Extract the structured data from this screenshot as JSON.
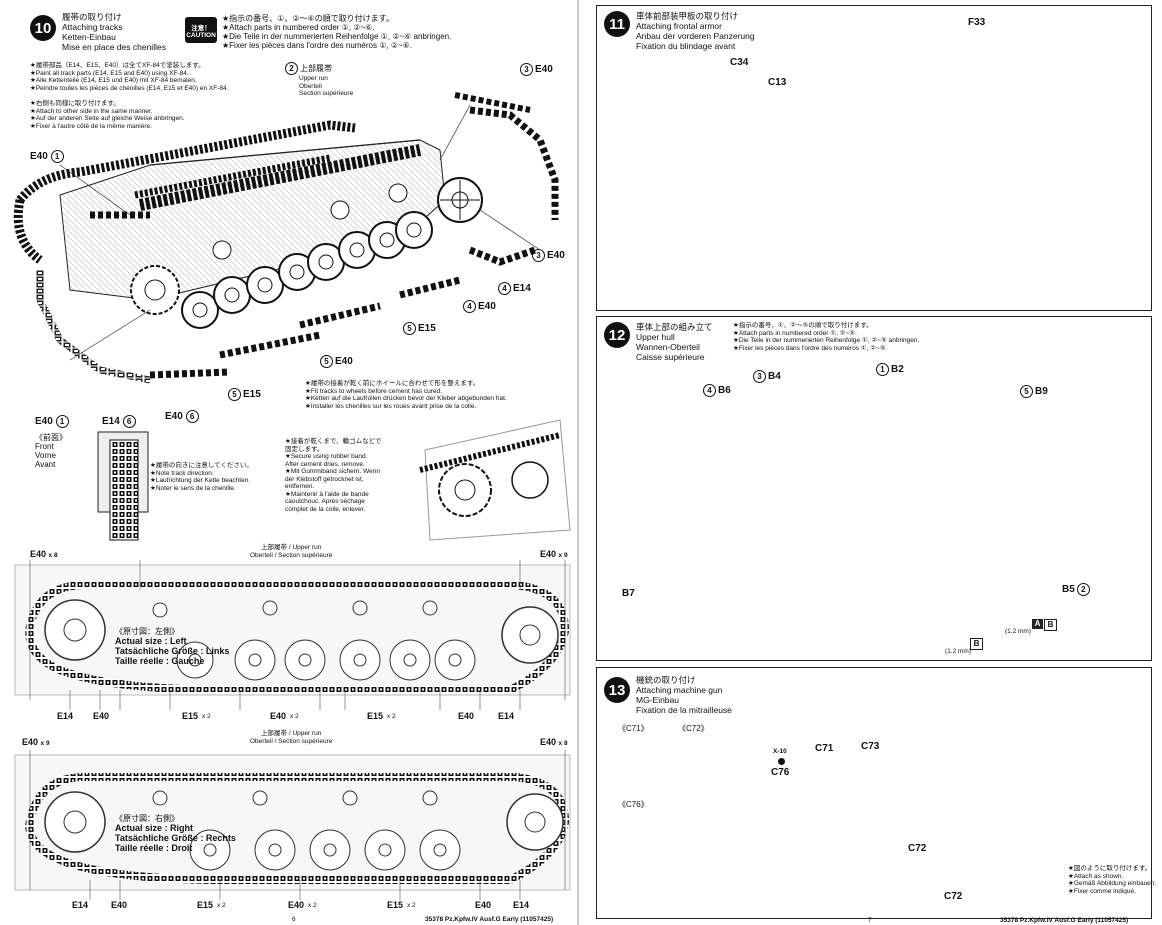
{
  "step10": {
    "number": "10",
    "titles": [
      "履帯の取り付け",
      "Attaching tracks",
      "Ketten-Einbau",
      "Mise en place des chenilles"
    ],
    "caution_badge": "注意！ CAUTION",
    "caution": [
      "★指示の番号、①、②〜⑥の順で取り付けます。",
      "★Attach parts in numbered order ①, ②~⑥.",
      "★Die Teile in der nummerierten Reihenfolge ①, ②~⑥ anbringen.",
      "★Fixer les pièces dans l'ordre des numéros ①, ②~⑥."
    ],
    "paint_note": [
      "★履帯部品（E14、E15、E40）は全てXF-84で塗装します。",
      "★Paint all track parts (E14, E15 and E40) using XF-84.",
      "★Alle Kettenteile (E14, E15 und E40) mit XF-84 bemalen.",
      "★Peindre toutes les pièces de chenilles (E14, E15 et E40) en XF-84."
    ],
    "other_side_note": [
      "★右側も同様に取り付けます。",
      "★Attach to other side in the same manner.",
      "★Auf der anderen Seite auf gleiche Weise anbringen.",
      "★Fixer à l'autre côté de la même manière."
    ],
    "upper_run": [
      "上部履帯",
      "Upper run",
      "Oberteil",
      "Section supérieure"
    ],
    "labels": {
      "e40_1_top": "E40",
      "e40_1_top_num": "1",
      "e40_3_top": "E40",
      "e40_3_top_num": "3",
      "upper_num": "2",
      "e40_3_right": "E40",
      "e40_3_right_num": "3",
      "e14_4": "E14",
      "e14_4_num": "4",
      "e40_4": "E40",
      "e40_4_num": "4",
      "e15_5a": "E15",
      "e15_5a_num": "5",
      "e40_5": "E40",
      "e40_5_num": "5",
      "e15_5b": "E15",
      "e15_5b_num": "5",
      "e40_1_bot": "E40",
      "e40_1_bot_num": "1",
      "e14_6": "E14",
      "e14_6_num": "6",
      "e40_6": "E40",
      "e40_6_num": "6"
    },
    "front_label": [
      "《前面》",
      "Front",
      "Vorne",
      "Avant"
    ],
    "direction_note": [
      "★履帯の向きに注意してください。",
      "★Note track direction.",
      "★Laufrichtung der Kette beachten.",
      "★Noter le sens de la chenille."
    ],
    "fit_note": [
      "★履帯の接着が乾く前にホイールに合わせて形を整えます。",
      "★Fit tracks to wheels before cement has cured.",
      "★Ketten auf die Laufrollen drücken bevor der Kleber abgebunden hat.",
      "★Installer les chenilles sur les roues avant prise de la colle."
    ],
    "rubber_band_note": [
      "★接着が乾くまで、輪ゴムなどで",
      "固定します。",
      "★Secure using rubber band.",
      "After cement dries, remove.",
      "★Mit Gummiband sichern. Wenn",
      "der Klebstoff getrocknet ist,",
      "entfernen.",
      "★Maintenir à l'aide de bande",
      "caoutchouc. Après séchage",
      "complet de la colle, enlever."
    ]
  },
  "left_track": {
    "upper_label": "上部履帯 / Upper run",
    "upper_label2": "Oberteil / Section supérieure",
    "top_left": "E40",
    "top_left_qty": "x 8",
    "top_right": "E40",
    "top_right_qty": "x 9",
    "size_title": "《原寸図：左側》",
    "size_lines": [
      "Actual size : Left",
      "Tatsächliche Größe : Links",
      "Taille réelle : Gauche"
    ],
    "bottom": [
      "E14",
      "E40",
      "E15",
      "x 2",
      "E40",
      "x 2",
      "E15",
      "x 2",
      "E40",
      "E14"
    ]
  },
  "right_track": {
    "upper_label": "上部履帯 / Upper run",
    "upper_label2": "Oberteil / Section supérieure",
    "top_left": "E40",
    "top_left_qty": "x 9",
    "top_right": "E40",
    "top_right_qty": "x 8",
    "size_title": "《原寸図：右側》",
    "size_lines": [
      "Actual size : Right",
      "Tatsächliche Größe : Rechts",
      "Taille réelle : Droit"
    ],
    "bottom": [
      "E14",
      "E40",
      "E15",
      "x 2",
      "E40",
      "x 2",
      "E15",
      "x 2",
      "E40",
      "E14"
    ]
  },
  "footer_left": "35378 Pz.Kpfw.IV Ausf.G Early (11057425)",
  "footer_right": "35378 Pz.Kpfw.IV Ausf.G Early (11057425)",
  "page_left": "6",
  "page_right": "7",
  "step11": {
    "number": "11",
    "titles": [
      "車体前部装甲板の取り付け",
      "Attaching frontal armor",
      "Anbau der vorderen Panzerung",
      "Fixation du blindage avant"
    ],
    "parts": [
      "C34",
      "C13",
      "F33"
    ]
  },
  "step12": {
    "number": "12",
    "titles": [
      "車体上部の組み立て",
      "Upper hull",
      "Wannen-Oberteil",
      "Caisse supérieure"
    ],
    "notes": [
      "★指示の番号、①、②〜⑤の順で取り付けます。",
      "★Attach parts in numbered order ①, ②~⑤.",
      "★Die Teile in der nummerierten Reihenfolge ①, ②~⑤ anbringen.",
      "★Fixer les pièces dans l'ordre des numéros ①, ②~⑤."
    ],
    "parts": {
      "b6": "B6",
      "b6_num": "4",
      "b4": "B4",
      "b4_num": "3",
      "b2": "B2",
      "b2_num": "1",
      "b9": "B9",
      "b9_num": "5",
      "b7": "B7",
      "b5": "B5",
      "b5_num": "2"
    },
    "drill1": "(1.2 mm)",
    "drill1_tags": [
      "A",
      "B"
    ],
    "drill2": "(1.2 mm)",
    "drill2_tag": "B"
  },
  "step13": {
    "number": "13",
    "titles": [
      "機銃の取り付け",
      "Attaching machine gun",
      "MG-Einbau",
      "Fixation de la mitrailleuse"
    ],
    "details": [
      "《C71》",
      "《C72》",
      "《C76》"
    ],
    "parts": {
      "x10": "X-10",
      "c76": "C76",
      "c71": "C71",
      "c73": "C73",
      "c72": "C72",
      "c72b": "C72"
    },
    "notes": [
      "★図のように取り付けます。",
      "★Attach as shown.",
      "★Gemäß Abbildung einbauen.",
      "★Fixer comme indiqué."
    ]
  }
}
